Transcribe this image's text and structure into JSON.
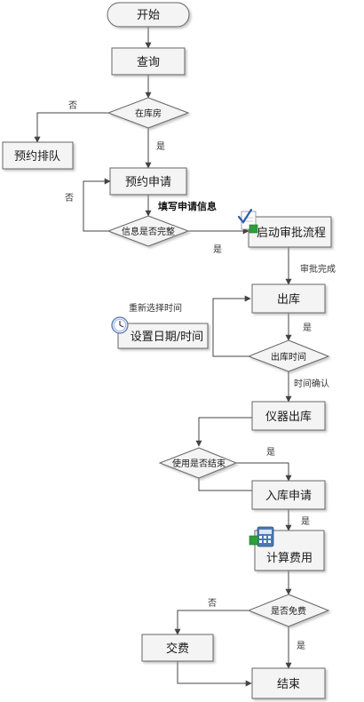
{
  "nodes": {
    "start": "开始",
    "query": "查询",
    "in_stock": "在库房",
    "queue": "预约排队",
    "apply": "预约申请",
    "info_complete": "信息是否完整",
    "approval": "启动审批流程",
    "out_stock": "出库",
    "set_time": "设置日期/时间",
    "out_time": "出库时间",
    "instrument_out": "仪器出库",
    "use_finished": "使用是否结束",
    "return_apply": "入库申请",
    "calc_fee": "计算费用",
    "free": "是否免费",
    "pay": "交费",
    "end": "结束"
  },
  "labels": {
    "no_queue": "否",
    "yes_apply": "是",
    "no_refill": "否",
    "fill_info": "填写申请信息",
    "yes_approval": "是",
    "approval_done": "审批完成",
    "reselect_time": "重新选择时间",
    "yes_out_time": "是",
    "time_confirm": "时间确认",
    "yes_finished": "是",
    "yes_calc": "是",
    "no_pay": "否",
    "yes_end": "是"
  },
  "colors": {
    "fill": "#f4f4f4",
    "stroke": "#666666",
    "line": "#444444"
  },
  "icons": {
    "approval": "document-check-icon",
    "set_time": "clock-icon",
    "calc_fee": "calculator-icon"
  }
}
